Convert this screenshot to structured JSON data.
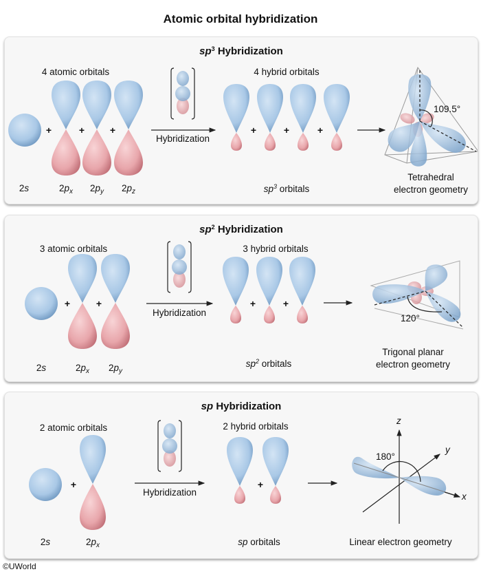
{
  "title": "Atomic orbital hybridization",
  "colors": {
    "orbital_positive": "#a9c8e6",
    "orbital_negative": "#e8a6ab",
    "panel_bg": "#f7f7f7"
  },
  "panels": [
    {
      "title_prefix": "sp",
      "title_sup": "3",
      "title_suffix": " Hybridization",
      "atomic_label": "4 atomic orbitals",
      "hybrid_label": "4 hybrid orbitals",
      "arrow_label": "Hybridization",
      "atomic_orbitals": [
        {
          "num": "2",
          "letter": "s",
          "sub": ""
        },
        {
          "num": "2",
          "letter": "p",
          "sub": "x"
        },
        {
          "num": "2",
          "letter": "p",
          "sub": "y"
        },
        {
          "num": "2",
          "letter": "p",
          "sub": "z"
        }
      ],
      "hybrid_name_prefix": "sp",
      "hybrid_name_sup": "3",
      "hybrid_name_suffix": " orbitals",
      "angle_label": "109.5°",
      "geometry_line1": "Tetrahedral",
      "geometry_line2": "electron geometry",
      "plus": "+"
    },
    {
      "title_prefix": "sp",
      "title_sup": "2",
      "title_suffix": " Hybridization",
      "atomic_label": "3 atomic orbitals",
      "hybrid_label": "3 hybrid orbitals",
      "arrow_label": "Hybridization",
      "atomic_orbitals": [
        {
          "num": "2",
          "letter": "s",
          "sub": ""
        },
        {
          "num": "2",
          "letter": "p",
          "sub": "x"
        },
        {
          "num": "2",
          "letter": "p",
          "sub": "y"
        }
      ],
      "hybrid_name_prefix": "sp",
      "hybrid_name_sup": "2",
      "hybrid_name_suffix": " orbitals",
      "angle_label": "120°",
      "geometry_line1": "Trigonal planar",
      "geometry_line2": "electron geometry",
      "plus": "+"
    },
    {
      "title_prefix": "sp",
      "title_sup": "",
      "title_suffix": " Hybridization",
      "atomic_label": "2 atomic orbitals",
      "hybrid_label": "2 hybrid orbitals",
      "arrow_label": "Hybridization",
      "atomic_orbitals": [
        {
          "num": "2",
          "letter": "s",
          "sub": ""
        },
        {
          "num": "2",
          "letter": "p",
          "sub": "x"
        }
      ],
      "hybrid_name_prefix": "sp",
      "hybrid_name_sup": "",
      "hybrid_name_suffix": " orbitals",
      "angle_label": "180°",
      "geometry_line1": "Linear electron geometry",
      "geometry_line2": "",
      "axes": {
        "x": "x",
        "y": "y",
        "z": "z"
      },
      "plus": "+"
    }
  ],
  "copyright": "©UWorld"
}
